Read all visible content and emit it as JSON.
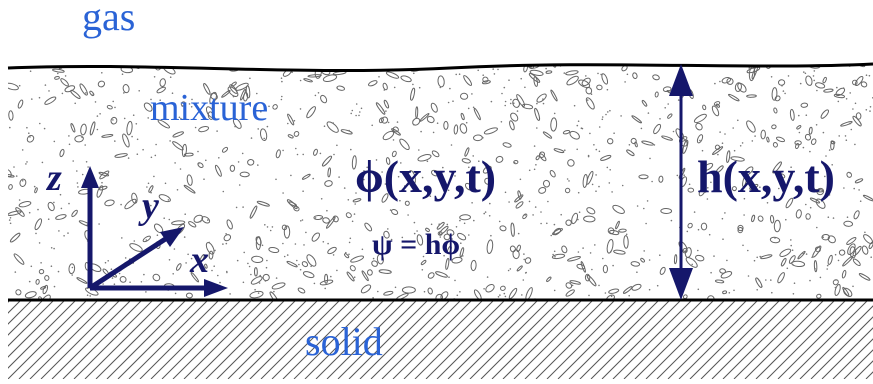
{
  "labels": {
    "top_phase": "gas",
    "layer": "mixture",
    "bottom_phase": "solid",
    "volume_fraction": "ϕ(x,y,t)",
    "relation": "ψ = hϕ",
    "thickness": "h(x,y,t)",
    "axis_x": "x",
    "axis_y": "y",
    "axis_z": "z"
  },
  "colors": {
    "phase_label": "#2a63d6",
    "symbols": "#15176b",
    "outline": "#000000",
    "hatch": "#555555",
    "grain": "#666666"
  },
  "icons": {
    "coordinate_axes": "axes-xyz-icon",
    "height_arrow": "double-headed-arrow-icon"
  }
}
